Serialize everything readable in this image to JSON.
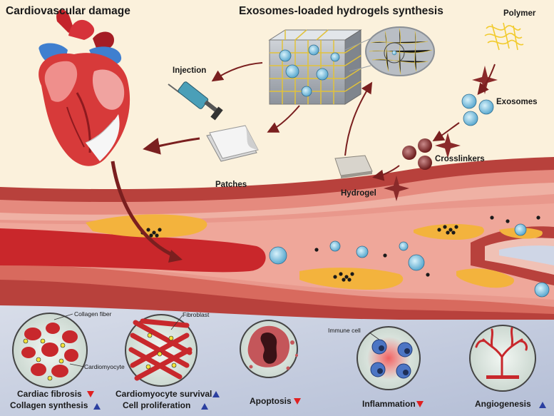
{
  "titles": {
    "left": "Cardiovascular damage",
    "center": "Exosomes-loaded hydrogels synthesis"
  },
  "synthesis": {
    "polymer": "Polymer",
    "exosomes": "Exosomes",
    "crosslinkers": "Crosslinkers",
    "hydrogel": "Hydrogel",
    "injection": "Injection",
    "patches": "Patches"
  },
  "panels": {
    "collagen_fiber": "Collagen fiber",
    "cardiomyocyte": "Cardiomyocyte",
    "fibroblast": "Fibroblast",
    "immune_cell": "Immune cell",
    "outcome_1a": "Cardiac fibrosis",
    "outcome_1b": "Collagen synthesis",
    "outcome_2a": "Cardiomyocyte survival",
    "outcome_2b": "Cell proliferation",
    "outcome_3": "Apoptosis",
    "outcome_4": "Inflammation",
    "outcome_5": "Angiogenesis"
  },
  "colors": {
    "background_top": "#fbf1dc",
    "vessel_wall": "#b8413c",
    "plaque": "#f3b33d",
    "bottom_panel": "#c9cfe0",
    "arrow": "#7a1f1f",
    "down_triangle": "#e02020",
    "up_triangle": "#2b3fa0"
  }
}
